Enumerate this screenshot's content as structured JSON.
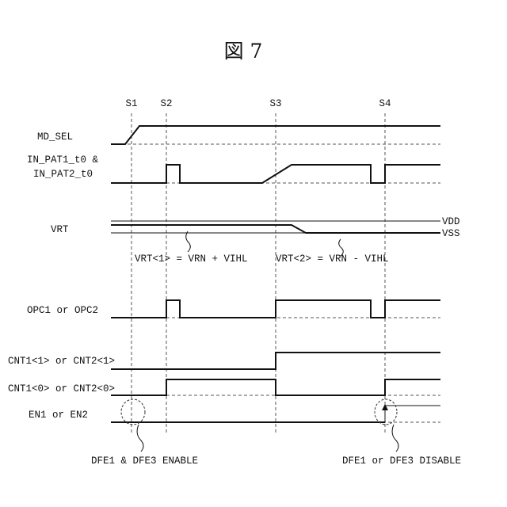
{
  "figure_title": "図 7",
  "sections": [
    "S1",
    "S2",
    "S3",
    "S4"
  ],
  "signals": {
    "md_sel": "MD_SEL",
    "in_pat_line1": "IN_PAT1_t0 &",
    "in_pat_line2": "IN_PAT2_t0",
    "vrt": "VRT",
    "opc": "OPC1 or OPC2",
    "cnt1": "CNT1<1> or CNT2<1>",
    "cnt0": "CNT1<0> or CNT2<0>",
    "en": "EN1 or EN2"
  },
  "rails": {
    "vdd": "VDD",
    "vss": "VSS"
  },
  "annotations": {
    "vrt1": "VRT<1> = VRN + VIHL",
    "vrt2": "VRT<2> = VRN - VIHL",
    "enable_note": "DFE1 & DFE3 ENABLE",
    "disable_note": "DFE1 or DFE3 DISABLE"
  }
}
